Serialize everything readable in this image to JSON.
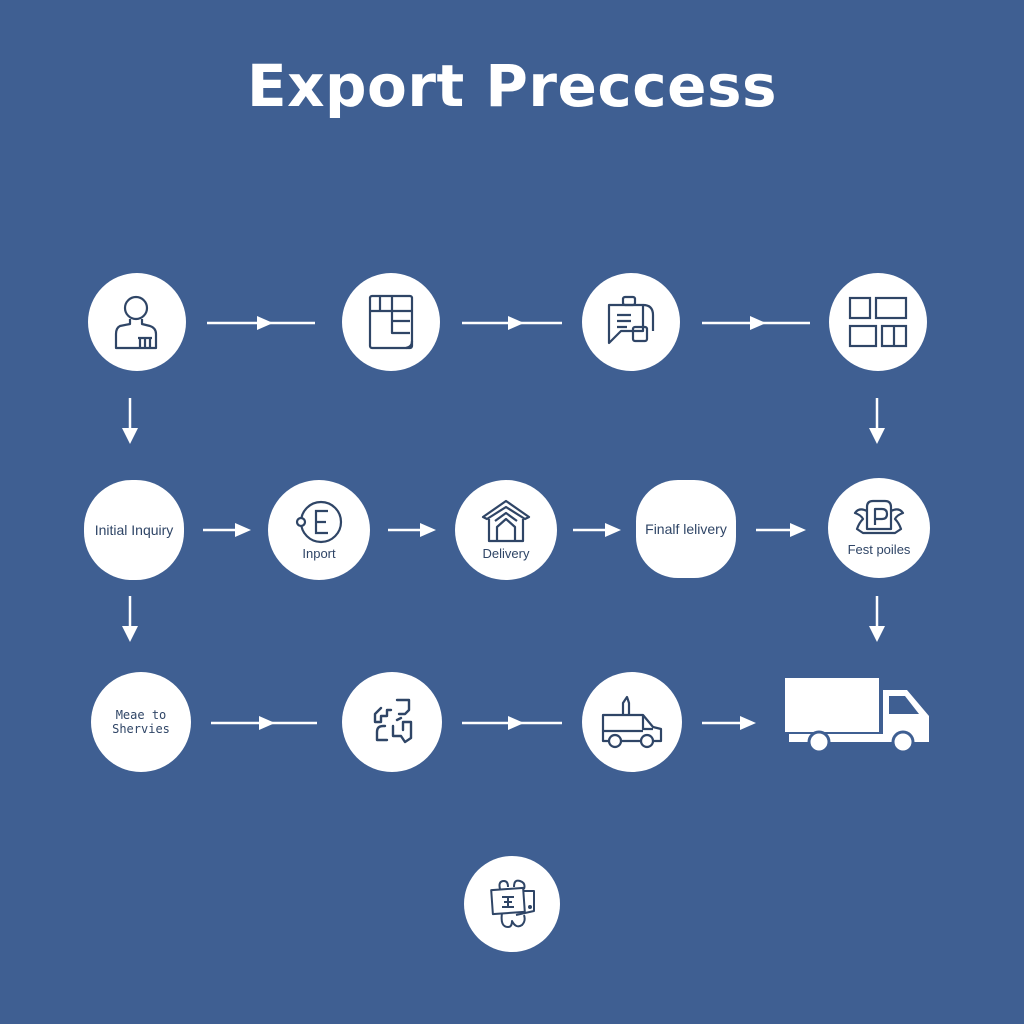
{
  "diagram": {
    "title": "Export Preccess",
    "colors": {
      "background": "#3f5f92",
      "node_fill": "#ffffff",
      "icon_stroke": "#2f4566",
      "arrow": "#ffffff"
    },
    "rows": [
      {
        "nodes": [
          {
            "id": "r1n1",
            "icon": "person-icon",
            "label": ""
          },
          {
            "id": "r1n2",
            "icon": "document-layout-icon",
            "label": ""
          },
          {
            "id": "r1n3",
            "icon": "clipboard-chat-icon",
            "label": ""
          },
          {
            "id": "r1n4",
            "icon": "grid-blocks-icon",
            "label": ""
          }
        ]
      },
      {
        "nodes": [
          {
            "id": "r2n1",
            "icon": "",
            "label": "Initial Inquiry"
          },
          {
            "id": "r2n2",
            "icon": "e-circle-icon",
            "label": "Inport"
          },
          {
            "id": "r2n3",
            "icon": "house-icon",
            "label": "Delivery"
          },
          {
            "id": "r2n4",
            "icon": "",
            "label": "Finalf lelivery"
          },
          {
            "id": "r2n5",
            "icon": "parking-p-icon",
            "label": "Fest poiles"
          }
        ]
      },
      {
        "nodes": [
          {
            "id": "r3n1",
            "icon": "",
            "label_line1": "Meae to",
            "label_line2": "Shervies"
          },
          {
            "id": "r3n2",
            "icon": "puzzle-routes-icon",
            "label": ""
          },
          {
            "id": "r3n3",
            "icon": "delivery-van-icon",
            "label": ""
          },
          {
            "id": "r3n4",
            "icon": "truck-icon",
            "label": ""
          }
        ]
      }
    ],
    "bottom_node": {
      "id": "b1",
      "icon": "certificate-scroll-icon",
      "label": ""
    },
    "connections": [
      {
        "from": "r1n1",
        "to": "r1n2",
        "direction": "right"
      },
      {
        "from": "r1n2",
        "to": "r1n3",
        "direction": "right"
      },
      {
        "from": "r1n3",
        "to": "r1n4",
        "direction": "right"
      },
      {
        "from": "r1n1",
        "to": "r2n1",
        "direction": "down"
      },
      {
        "from": "r1n4",
        "to": "r2n5",
        "direction": "down"
      },
      {
        "from": "r2n1",
        "to": "r2n2",
        "direction": "right"
      },
      {
        "from": "r2n2",
        "to": "r2n3",
        "direction": "right"
      },
      {
        "from": "r2n3",
        "to": "r2n4",
        "direction": "right"
      },
      {
        "from": "r2n4",
        "to": "r2n5",
        "direction": "right"
      },
      {
        "from": "r2n1",
        "to": "r3n1",
        "direction": "down"
      },
      {
        "from": "r2n5",
        "to": "r3n4",
        "direction": "down"
      },
      {
        "from": "r3n1",
        "to": "r3n2",
        "direction": "right"
      },
      {
        "from": "r3n2",
        "to": "r3n3",
        "direction": "right"
      },
      {
        "from": "r3n3",
        "to": "r3n4",
        "direction": "right"
      }
    ]
  }
}
